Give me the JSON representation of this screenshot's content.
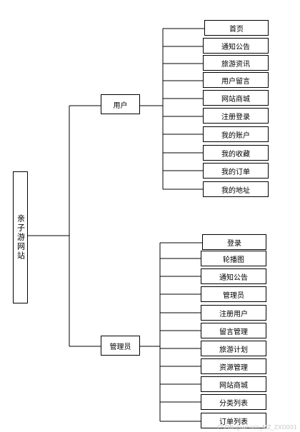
{
  "root": {
    "label": "亲子游网站"
  },
  "branches": [
    {
      "label": "用户",
      "children": [
        "首页",
        "通知公告",
        "旅游资讯",
        "用户留言",
        "网站商城",
        "注册登录",
        "我的账户",
        "我的收藏",
        "我的订单",
        "我的地址"
      ]
    },
    {
      "label": "管理员",
      "children": [
        "登录",
        "轮播图",
        "通知公告",
        "管理员",
        "注册用户",
        "留言管理",
        "旅游计划",
        "资源管理",
        "网站商城",
        "分类列表",
        "订单列表"
      ]
    }
  ],
  "watermark": "CSDN @weixin_MZ_ZXD001"
}
